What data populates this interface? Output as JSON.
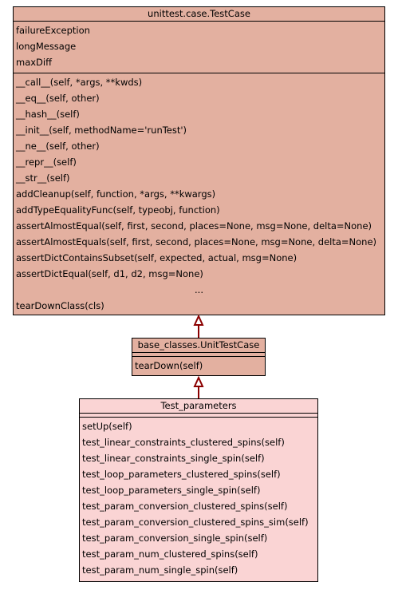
{
  "colors": {
    "base_fill": "#e3b0a0",
    "leaf_fill": "#fad4d4",
    "border": "#000000",
    "edge": "#8b0000"
  },
  "testcase": {
    "title": "unittest.case.TestCase",
    "attributes": [
      "failureException",
      "longMessage",
      "maxDiff"
    ],
    "methods": [
      "__call__(self, *args, **kwds)",
      "__eq__(self, other)",
      "__hash__(self)",
      "__init__(self, methodName='runTest')",
      "__ne__(self, other)",
      "__repr__(self)",
      "__str__(self)",
      "addCleanup(self, function, *args, **kwargs)",
      "addTypeEqualityFunc(self, typeobj, function)",
      "assertAlmostEqual(self, first, second, places=None, msg=None, delta=None)",
      "assertAlmostEquals(self, first, second, places=None, msg=None, delta=None)",
      "assertDictContainsSubset(self, expected, actual, msg=None)",
      "assertDictEqual(self, d1, d2, msg=None)"
    ],
    "ellipsis": "...",
    "last_method": "tearDownClass(cls)"
  },
  "unittestcase": {
    "title": "base_classes.UnitTestCase",
    "methods": [
      "tearDown(self)"
    ]
  },
  "test_parameters": {
    "title": "Test_parameters",
    "methods": [
      "setUp(self)",
      "test_linear_constraints_clustered_spins(self)",
      "test_linear_constraints_single_spin(self)",
      "test_loop_parameters_clustered_spins(self)",
      "test_loop_parameters_single_spin(self)",
      "test_param_conversion_clustered_spins(self)",
      "test_param_conversion_clustered_spins_sim(self)",
      "test_param_conversion_single_spin(self)",
      "test_param_num_clustered_spins(self)",
      "test_param_num_single_spin(self)"
    ]
  }
}
